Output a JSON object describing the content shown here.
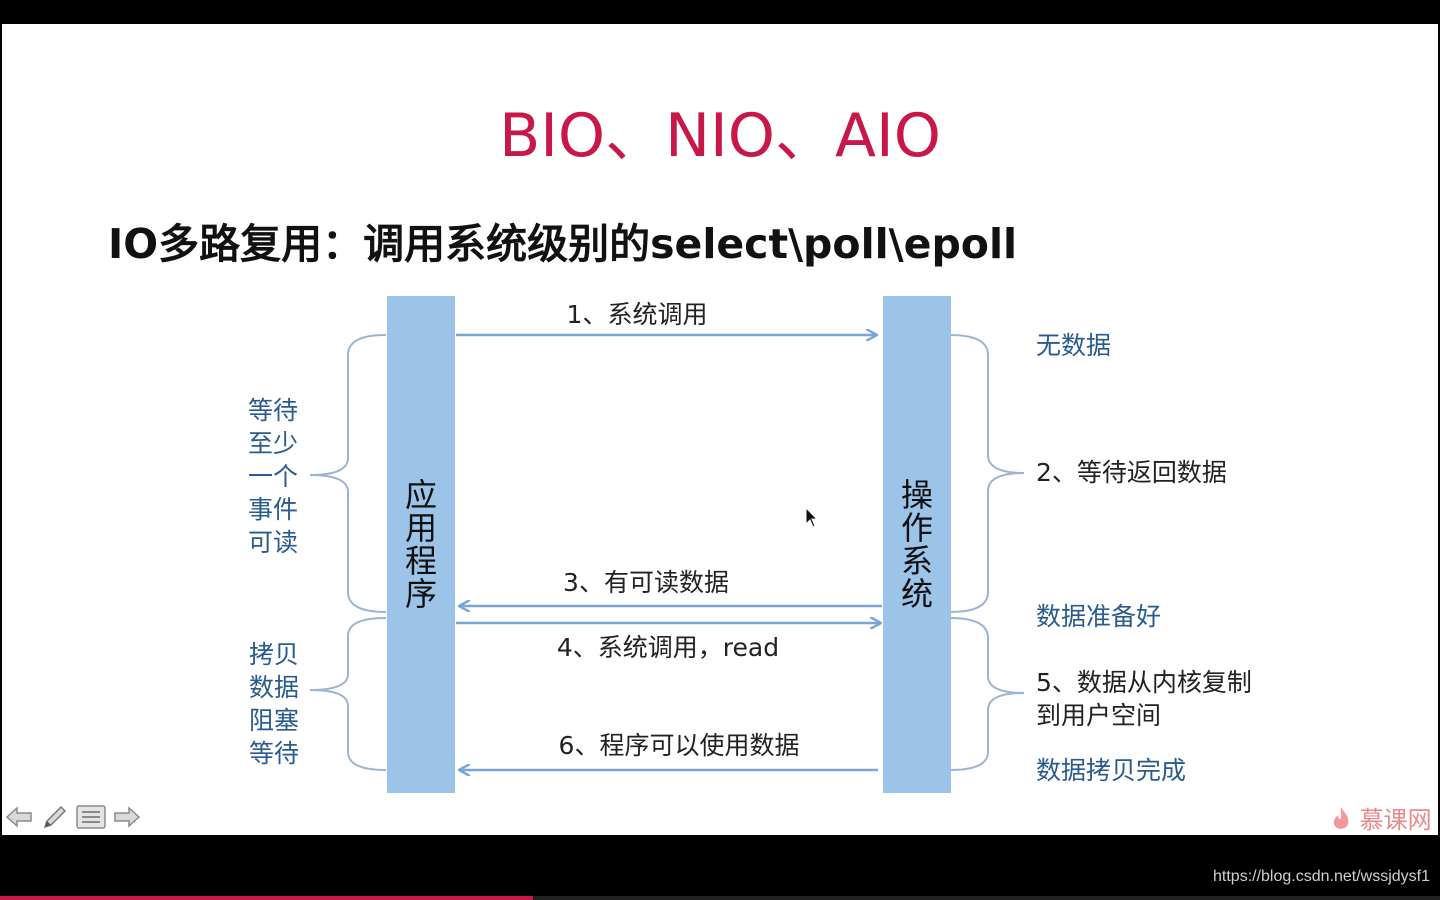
{
  "slide": {
    "title": "BIO、NIO、AIO",
    "subtitle": "IO多路复用：调用系统级别的select\\poll\\epoll"
  },
  "diagram": {
    "app_label": "应用程序",
    "os_label": "操作系统",
    "arrows": [
      {
        "label": "1、系统调用",
        "direction": "to-os"
      },
      {
        "label": "3、有可读数据",
        "direction": "to-app"
      },
      {
        "label": "4、系统调用，read",
        "direction": "to-os"
      },
      {
        "label": "6、程序可以使用数据",
        "direction": "to-app"
      }
    ],
    "left_labels": [
      "等待至少一个事件可读",
      "拷贝数据阻塞等待"
    ],
    "right_labels": {
      "no_data": "无数据",
      "wait_return": "2、等待返回数据",
      "data_ready": "数据准备好",
      "copy_kernel": "5、数据从内核复制到用户空间",
      "copy_done": "数据拷贝完成"
    },
    "colors": {
      "bar": "#9cc3e8",
      "arrow": "#7aa6d6",
      "brace": "#9ab5d2",
      "title": "#c8184a",
      "blue_text": "#2a5b8f"
    }
  },
  "watermark": {
    "logo": "慕课网",
    "url": "https://blog.csdn.net/wssjdysf1"
  },
  "toolbar": {
    "icons": [
      "arrow-left-icon",
      "pen-icon",
      "menu-icon",
      "arrow-right-icon"
    ]
  }
}
